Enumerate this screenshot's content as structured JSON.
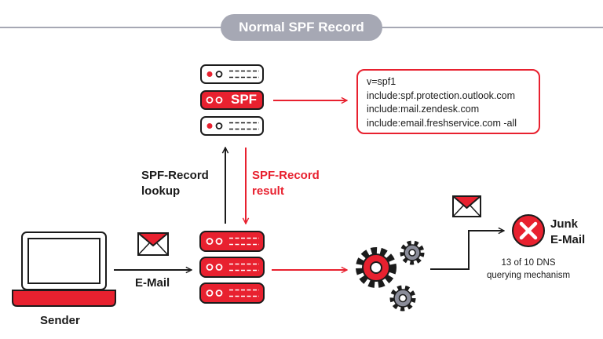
{
  "title": "Normal SPF Record",
  "spf_server_label": "SPF",
  "spf_record_lines": [
    "v=spf1",
    "include:spf.protection.outlook.com",
    "include:mail.zendesk.com",
    "include:email.freshservice.com -all"
  ],
  "labels": {
    "lookup": [
      "SPF-Record",
      "lookup"
    ],
    "result": [
      "SPF-Record",
      "result"
    ],
    "email": "E-Mail",
    "sender": "Sender",
    "junk": [
      "Junk",
      "E-Mail"
    ],
    "dns_note": [
      "13 of 10 DNS",
      "querying mechanism"
    ]
  },
  "colors": {
    "accent_red": "#e8212f",
    "outline": "#1b1b1b",
    "title_gray": "#a6a8b4",
    "gear_gray": "#8a8c99"
  },
  "icons": [
    "server-icon",
    "envelope-icon",
    "laptop-icon",
    "gear-icon",
    "x-circle-icon"
  ]
}
